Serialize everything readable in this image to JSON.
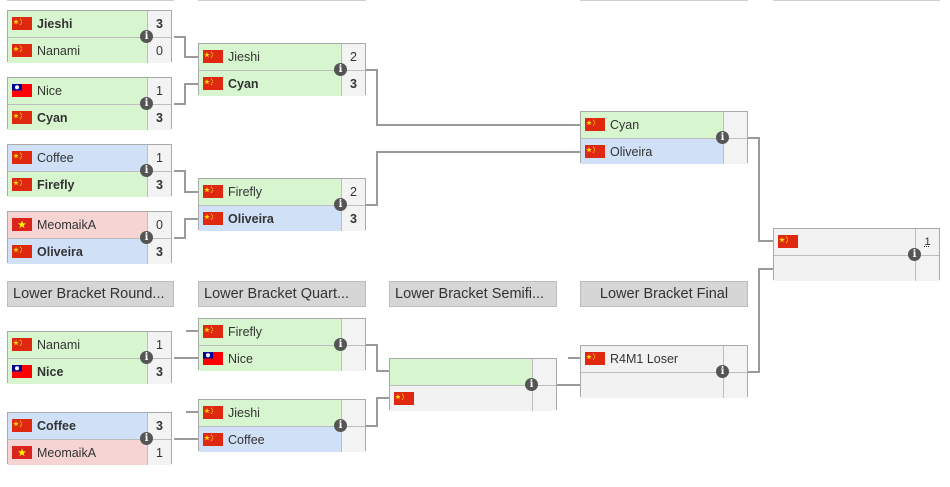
{
  "labels": {
    "lb_r1": "Lower Bracket Round...",
    "lb_qf": "Lower Bracket Quart...",
    "lb_sf": "Lower Bracket Semifi...",
    "lb_f": "Lower Bracket Final"
  },
  "info_glyph": "i",
  "colors": {
    "win": "#d7f5cf",
    "upper": "#d0e0f7",
    "lose": "#f7d4d4",
    "neutral": "#f2f2f2",
    "header": "#d6d6d6"
  },
  "icons": {
    "flag_cn": "china-flag-icon",
    "flag_tw": "taiwan-flag-icon",
    "flag_vn": "vietnam-flag-icon",
    "info": "info-icon"
  },
  "matches": {
    "ur1_m1": {
      "p1": "Jieshi",
      "s1": "3",
      "p2": "Nanami",
      "s2": "0"
    },
    "ur1_m2": {
      "p1": "Nice",
      "s1": "1",
      "p2": "Cyan",
      "s2": "3"
    },
    "ur1_m3": {
      "p1": "Coffee",
      "s1": "1",
      "p2": "Firefly",
      "s2": "3"
    },
    "ur1_m4": {
      "p1": "MeomaikA",
      "s1": "0",
      "p2": "Oliveira",
      "s2": "3"
    },
    "usf_m1": {
      "p1": "Jieshi",
      "s1": "2",
      "p2": "Cyan",
      "s2": "3"
    },
    "usf_m2": {
      "p1": "Firefly",
      "s1": "2",
      "p2": "Oliveira",
      "s2": "3"
    },
    "uf": {
      "p1": "Cyan",
      "s1": "",
      "p2": "Oliveira",
      "s2": ""
    },
    "gf": {
      "p1": "",
      "s1": "1",
      "p2": "",
      "s2": ""
    },
    "lr1_m1": {
      "p1": "Nanami",
      "s1": "1",
      "p2": "Nice",
      "s2": "3"
    },
    "lr1_m2": {
      "p1": "Coffee",
      "s1": "3",
      "p2": "MeomaikA",
      "s2": "1"
    },
    "lqf_m1": {
      "p1": "Firefly",
      "s1": "",
      "p2": "Nice",
      "s2": ""
    },
    "lqf_m2": {
      "p1": "Jieshi",
      "s1": "",
      "p2": "Coffee",
      "s2": ""
    },
    "lsf": {
      "p1": "",
      "s1": "",
      "p2": "",
      "s2": ""
    },
    "lf": {
      "p1": "R4M1 Loser",
      "s1": "",
      "p2": "",
      "s2": ""
    }
  }
}
